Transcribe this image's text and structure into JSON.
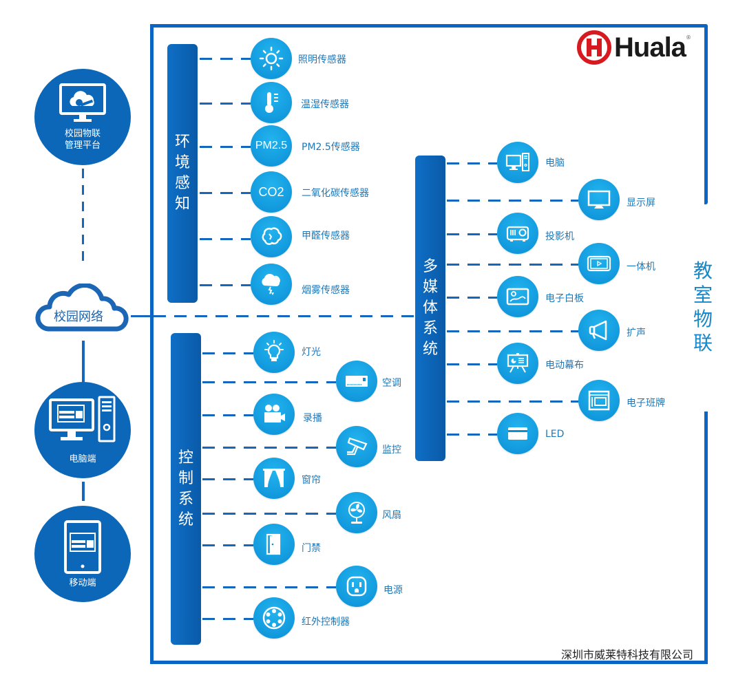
{
  "brand": {
    "name": "Huala",
    "registered": "®",
    "company": "深圳市威莱特科技有限公司"
  },
  "title": "教室物联",
  "colors": {
    "frame": "#0a66c2",
    "node": "#0b8ed6",
    "label": "#1f78b8",
    "left_circle": "#0d67b8"
  },
  "left": {
    "platform": {
      "label_line1": "校园物联",
      "label_line2": "管理平台",
      "icon": "monitor-cloud-gear-icon"
    },
    "network": {
      "label": "校园网络",
      "icon": "cloud-icon"
    },
    "pc": {
      "label": "电脑端",
      "icon": "desktop-computer-icon"
    },
    "mobile": {
      "label": "移动端",
      "icon": "tablet-icon"
    }
  },
  "groups": {
    "environment": {
      "title": "环境感知",
      "items": [
        {
          "label": "照明传感器",
          "icon": "sun-icon"
        },
        {
          "label": "温湿传感器",
          "icon": "thermometer-icon"
        },
        {
          "label": "PM2.5传感器",
          "icon_text": "PM2.5"
        },
        {
          "label": "二氧化碳传感器",
          "icon_text": "CO2"
        },
        {
          "label": "甲醛传感器",
          "icon": "gas-cloud-icon"
        },
        {
          "label": "烟雾传感器",
          "icon": "smoke-icon"
        }
      ]
    },
    "control": {
      "title": "控制系统",
      "items": [
        {
          "label": "灯光",
          "icon": "light-bulb-icon"
        },
        {
          "label": "空调",
          "icon": "air-conditioner-icon"
        },
        {
          "label": "录播",
          "icon": "video-camera-icon"
        },
        {
          "label": "监控",
          "icon": "cctv-camera-icon"
        },
        {
          "label": "窗帘",
          "icon": "curtain-icon"
        },
        {
          "label": "风扇",
          "icon": "fan-icon"
        },
        {
          "label": "门禁",
          "icon": "door-icon"
        },
        {
          "label": "电源",
          "icon": "power-outlet-icon"
        },
        {
          "label": "红外控制器",
          "icon": "infrared-controller-icon"
        }
      ]
    },
    "multimedia": {
      "title": "多媒体系统",
      "items": [
        {
          "label": "电脑",
          "icon": "computer-icon"
        },
        {
          "label": "显示屏",
          "icon": "display-icon"
        },
        {
          "label": "投影机",
          "icon": "projector-icon"
        },
        {
          "label": "一体机",
          "icon": "all-in-one-icon"
        },
        {
          "label": "电子白板",
          "icon": "whiteboard-icon"
        },
        {
          "label": "扩声",
          "icon": "megaphone-icon"
        },
        {
          "label": "电动幕布",
          "icon": "projection-screen-icon"
        },
        {
          "label": "电子班牌",
          "icon": "class-sign-icon"
        },
        {
          "label": "LED",
          "icon": "led-panel-icon"
        }
      ]
    }
  }
}
